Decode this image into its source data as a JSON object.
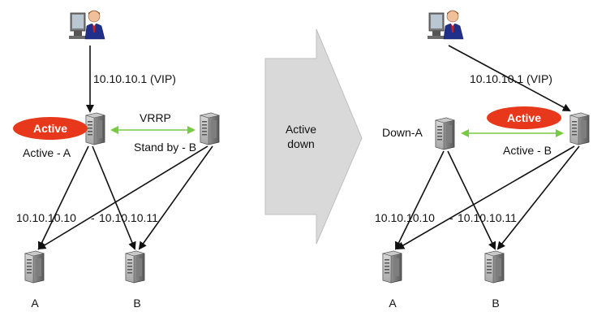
{
  "left": {
    "vip_label": "10.10.10.1 (VIP)",
    "vrrp_label": "VRRP",
    "badge_label": "Active",
    "active_label": "Active - A",
    "standby_label": "Stand by - B",
    "backend_range_a": "10.10.10.10",
    "backend_range_sep": "-",
    "backend_range_b": "10.10.10.11",
    "server_a_label": "A",
    "server_b_label": "B"
  },
  "arrow": {
    "line1": "Active",
    "line2": "down"
  },
  "right": {
    "vip_label": "10.10.10.1 (VIP)",
    "badge_label": "Active",
    "down_label": "Down-A",
    "active_label": "Active - B",
    "backend_range_a": "10.10.10.10",
    "backend_range_sep": "-",
    "backend_range_b": "10.10.10.11",
    "server_a_label": "A",
    "server_b_label": "B"
  },
  "colors": {
    "badge": "#e8381b",
    "vrrp_link": "#7ac943",
    "arrow_fill": "#d9d9d9",
    "arrow_stroke": "#bfbfbf",
    "line": "#111111"
  },
  "icons": {
    "client": "user-at-computer-icon",
    "server": "server-tower-icon"
  }
}
